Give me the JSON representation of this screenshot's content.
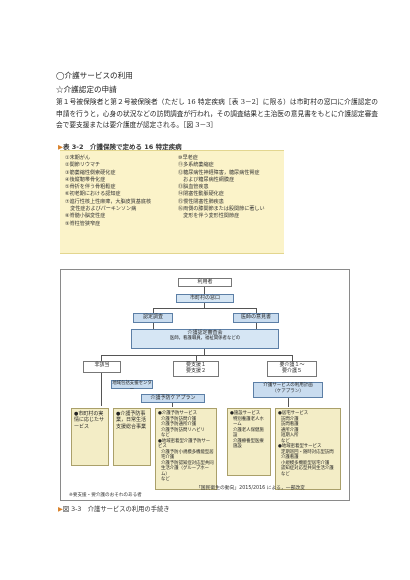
{
  "heading1": "◯介護サービスの利用",
  "heading2": "☆介護認定の申請",
  "paragraph": "第１号被保険者と第２号被保険者（ただし 16 特定疾病［表 3－2］に限る）は市町村の窓口に介護認定の申請を行うと，心身の状況などの訪問調査が行われ，その調査結果と主治医の意見書をもとに介護認定審査会で要支援または要介護度が認定される。［図 3－3］",
  "table": {
    "mark": "▶",
    "caption": "表 3-2　介護保険で定める 16 特定疾病",
    "left": [
      "①末期がん",
      "②関節リウマチ",
      "③筋萎縮性側索硬化症",
      "④後縦靭帯骨化症",
      "⑤骨折を伴う骨粗鬆症",
      "⑥初老期における認知症",
      "⑦進行性核上性麻痺，大脳皮質基底核",
      "　変性症およびパーキンソン病",
      "⑧脊髄小脳変性症",
      "⑨脊柱管狭窄症"
    ],
    "right": [
      "⑩早老症",
      "⑪多系統萎縮症",
      "⑫糖尿病性神経障害，糖尿病性腎症",
      "　および糖尿病性網膜症",
      "⑬脳血管疾患",
      "⑭閉塞性動脈硬化症",
      "⑮慢性閉塞性肺疾患",
      "⑯両側の膝関節または股関節に著しい",
      "　変形を伴う変形性関節症"
    ]
  },
  "figure": {
    "user": "利用者",
    "office": "市町村の窓口",
    "survey": "認定調査",
    "doctor": "医師の意見書",
    "committee": "介護認定審査会",
    "committee_sub": "医師，看護職員，福祉関係者などの",
    "nonapplicable": "非該当",
    "support": "要支援１\n要支援２",
    "care": "要介護１〜\n要介護５",
    "area_center": "地域包括支援センター",
    "prev_plan": "介護予防ケアプラン",
    "care_plan": "介護サービスの利用計画\n（ケアプラン）",
    "col1": "●市町村の実情に応じたサービス",
    "col2": "●介護予防事業，日常生活支援総合事業",
    "col3_title": "●介護予防サービス",
    "col3_items": "介護予防訪問介護\n介護予防通所介護\n介護予防訪問リハビリ\nなど",
    "col3_title2": "●地域密着型介護予防サービス",
    "col3_items2": "介護予防小規模多機能型居宅介護\n介護予防認知症対応型共同生活介護（グループホーム）\nなど",
    "col4_title": "●施設サービス",
    "col4_items": "特別養護老人ホーム\n介護老人保健施設\n介護療養型医療施設",
    "col5_title": "●居宅サービス",
    "col5_items": "訪問介護\n訪問看護\n通所介護\n短期入所\nなど",
    "col5_title2": "●地域密着型サービス",
    "col5_items2": "定期巡回・随時対応型訪問介護看護\n小規模多機能型居宅介護\n認知症対応型共同生活介護\nなど",
    "note": "※要支援・要介護のおそれのある者",
    "source": "「国民衛生の動向」2015/2016 による，一部改変"
  },
  "figure_caption": {
    "mark": "▶",
    "text": "図 3-3　介護サービスの利用の手続き"
  },
  "colors": {
    "table_bg": "#fbf3c9",
    "box_blue": "#d6e6f4",
    "box_yellow": "#f3edc6",
    "accent": "#d9822b"
  }
}
